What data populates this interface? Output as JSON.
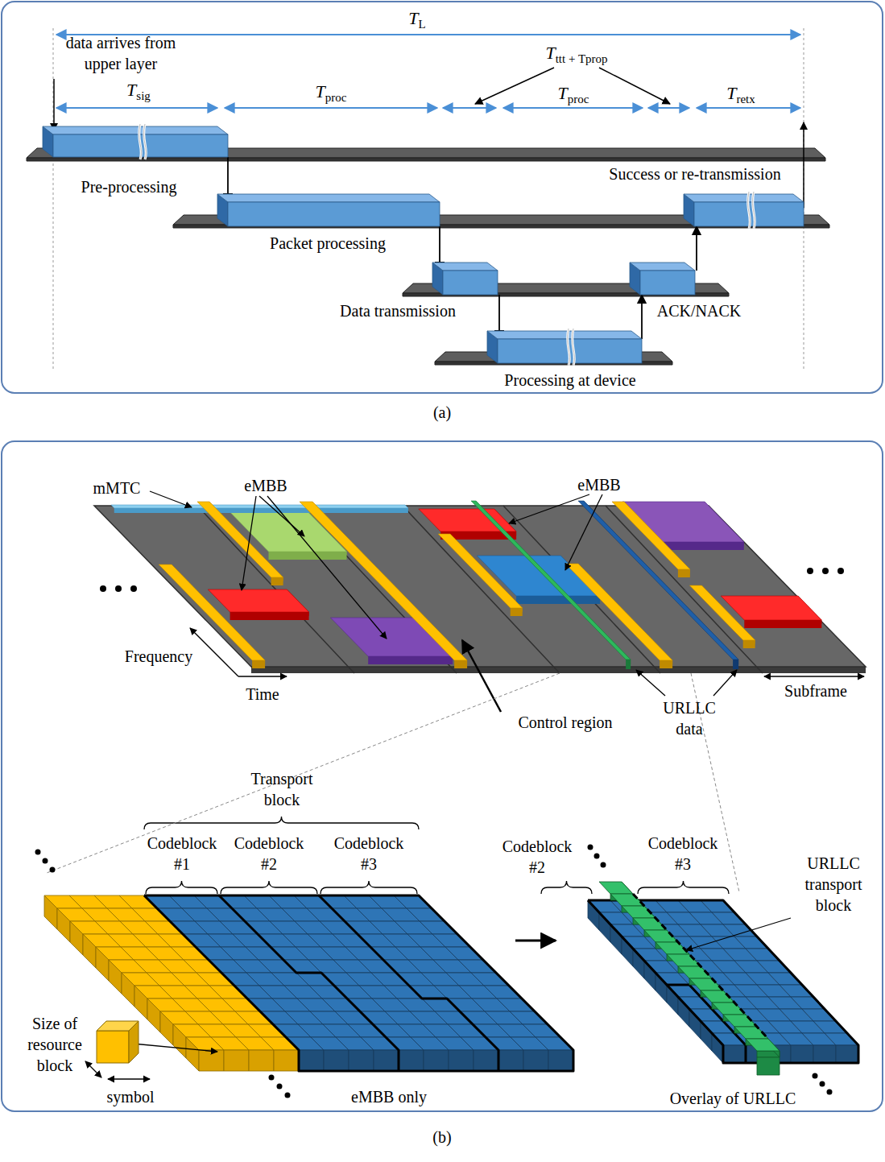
{
  "diagram": {
    "nodes": [
      {
        "text": [
          "Pre-processing"
        ]
      },
      {
        "text": [
          "Packet processing"
        ]
      },
      {
        "text": [
          "Data transmission"
        ]
      },
      {
        "text": [
          "Processing at device"
        ]
      },
      {
        "text": [
          "ACK/NACK"
        ]
      },
      {
        "text": [
          "Success or re-transmission"
        ]
      }
    ],
    "edges": [
      {
        "from": 0,
        "to": 1,
        "arrow": "to"
      },
      {
        "from": 1,
        "to": 2,
        "arrow": "to"
      },
      {
        "from": 2,
        "to": 3,
        "arrow": "to"
      },
      {
        "from": 3,
        "to": 4,
        "arrow": "to"
      },
      {
        "from": 4,
        "to": 5,
        "arrow": "to"
      }
    ],
    "labels": [
      "TL",
      "data arrives from upper layer",
      "Tsig",
      "Tproc",
      "Tttt + Tprop",
      "Tproc",
      "Tretx",
      "(a)",
      "mMTC",
      "eMBB",
      "eMBB",
      "Frequency",
      "Time",
      "Control region",
      "URLLC data",
      "Subframe",
      "Transport block",
      "Codeblock #1",
      "Codeblock #2",
      "Codeblock #3",
      "Size of resource block",
      "symbol",
      "eMBB only",
      "Codeblock #2",
      "Codeblock #3",
      "URLLC transport block",
      "Overlay of URLLC",
      "(b)"
    ]
  }
}
